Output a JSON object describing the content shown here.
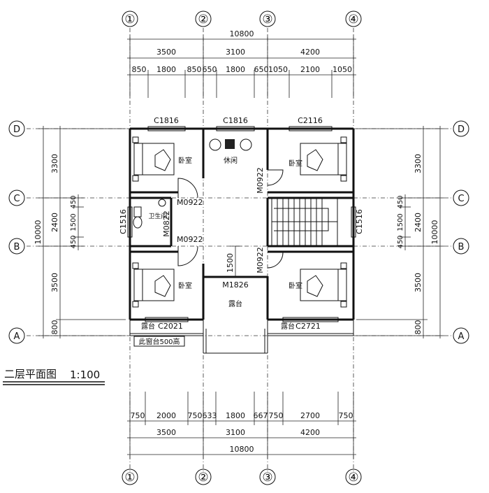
{
  "title": {
    "text": "二层平面图",
    "scale": "1:100"
  },
  "axes": {
    "columns": [
      "①",
      "②",
      "③",
      "④"
    ],
    "rows": [
      "D",
      "C",
      "B",
      "A"
    ]
  },
  "dimensions": {
    "top_total": "10800",
    "top_bays": [
      "3500",
      "3100",
      "4200"
    ],
    "top_openings": [
      "850",
      "1800",
      "850",
      "650",
      "1800",
      "650",
      "1050",
      "2100",
      "1050"
    ],
    "bottom_openings": [
      "750",
      "2000",
      "750",
      "633",
      "1800",
      "667",
      "750",
      "2700",
      "750"
    ],
    "bottom_bays": [
      "3500",
      "3100",
      "4200"
    ],
    "bottom_total": "10800",
    "left_bays": [
      "3300",
      "2400",
      "3500",
      "800"
    ],
    "left_sub": [
      "450",
      "1500",
      "450"
    ],
    "left_total": "10000",
    "right_bays": [
      "3300",
      "2400",
      "3500",
      "800"
    ],
    "right_sub": [
      "450",
      "1500",
      "450"
    ],
    "right_total": "10000",
    "inner_1500": "1500"
  },
  "rooms": {
    "bed_nw": "卧室",
    "lounge": "休闲",
    "bed_ne": "卧室",
    "bath": "卫生间",
    "bed_sw": "卧室",
    "bed_se": "卧室",
    "terrace_mid": "露台",
    "terrace_sw": "露台",
    "terrace_se": "露台"
  },
  "openings": {
    "c1816_left": "C1816",
    "c1816_mid": "C1816",
    "c2116": "C2116",
    "m0922_bath_top": "M0922",
    "m0822": "M0822",
    "m0922_bath_bottom": "M0922",
    "c1516_left": "C1516",
    "c1516_right": "C1516",
    "m0922_ne": "M0922",
    "m0922_se": "M0922",
    "m1826": "M1826",
    "c2021": "C2021",
    "c2721": "C2721"
  },
  "notes": {
    "sill": "此窗台500高"
  }
}
